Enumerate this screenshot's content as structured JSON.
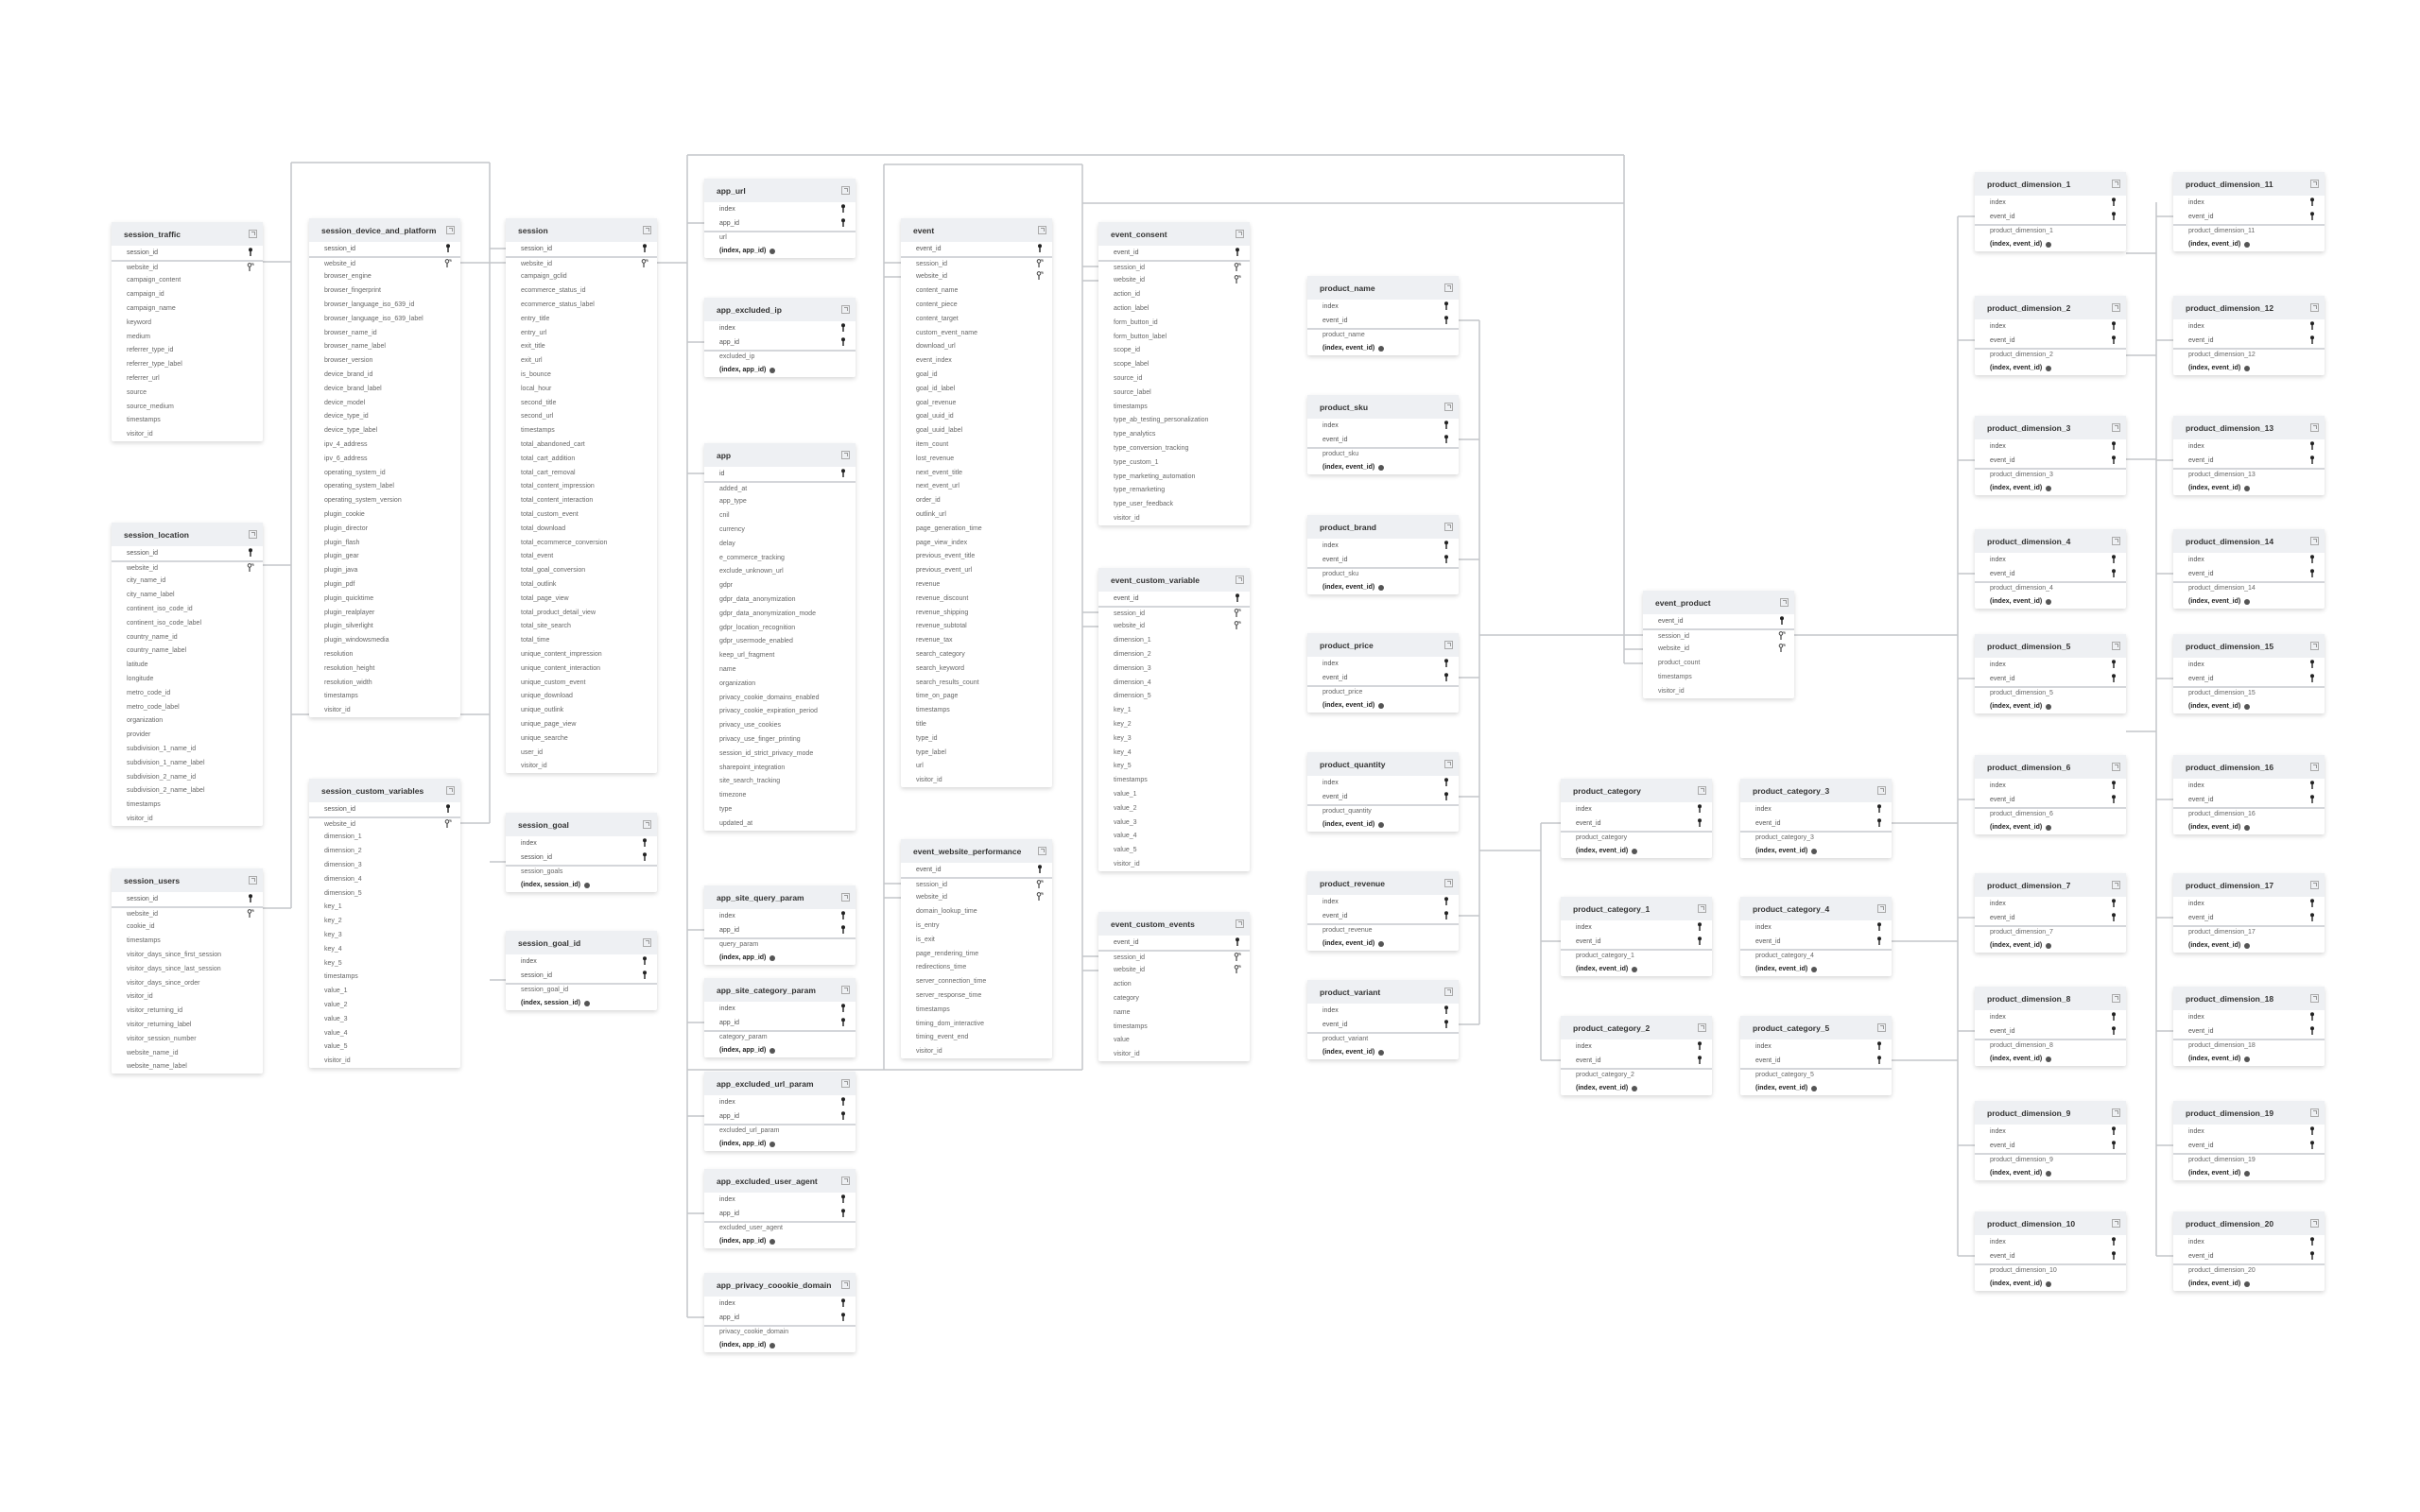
{
  "tables": [
    {
      "name": "session_traffic",
      "keys": [
        "session_id"
      ],
      "fks": [
        "website_id"
      ],
      "columns": [
        "campaign_content",
        "campaign_id",
        "campaign_name",
        "keyword",
        "medium",
        "referrer_type_id",
        "referrer_type_label",
        "referrer_url",
        "source",
        "source_medium",
        "timestamps",
        "visitor_id"
      ]
    },
    {
      "name": "session_location",
      "keys": [
        "session_id"
      ],
      "fks": [
        "website_id"
      ],
      "columns": [
        "city_name_id",
        "city_name_label",
        "continent_iso_code_id",
        "continent_iso_code_label",
        "country_name_id",
        "country_name_label",
        "latitude",
        "longitude",
        "metro_code_id",
        "metro_code_label",
        "organization",
        "provider",
        "subdivision_1_name_id",
        "subdivision_1_name_label",
        "subdivision_2_name_id",
        "subdivision_2_name_label",
        "timestamps",
        "visitor_id"
      ]
    },
    {
      "name": "session_users",
      "keys": [
        "session_id"
      ],
      "fks": [
        "website_id"
      ],
      "columns": [
        "cookie_id",
        "timestamps",
        "visitor_days_since_first_session",
        "visitor_days_since_last_session",
        "visitor_days_since_order",
        "visitor_id",
        "visitor_returning_id",
        "visitor_returning_label",
        "visitor_session_number",
        "website_name_id",
        "website_name_label"
      ]
    },
    {
      "name": "session_device_and_platform",
      "keys": [
        "session_id"
      ],
      "fks": [
        "website_id"
      ],
      "columns": [
        "browser_engine",
        "browser_fingerprint",
        "browser_language_iso_639_id",
        "browser_language_iso_639_label",
        "browser_name_id",
        "browser_name_label",
        "browser_version",
        "device_brand_id",
        "device_brand_label",
        "device_model",
        "device_type_id",
        "device_type_label",
        "ipv_4_address",
        "ipv_6_address",
        "operating_system_id",
        "operating_system_label",
        "operating_system_version",
        "plugin_cookie",
        "plugin_director",
        "plugin_flash",
        "plugin_gear",
        "plugin_java",
        "plugin_pdf",
        "plugin_quicktime",
        "plugin_realplayer",
        "plugin_silverlight",
        "plugin_windowsmedia",
        "resolution",
        "resolution_height",
        "resolution_width",
        "timestamps",
        "visitor_id"
      ]
    },
    {
      "name": "session_custom_variables",
      "keys": [
        "session_id"
      ],
      "fks": [
        "website_id"
      ],
      "columns": [
        "dimension_1",
        "dimension_2",
        "dimension_3",
        "dimension_4",
        "dimension_5",
        "key_1",
        "key_2",
        "key_3",
        "key_4",
        "key_5",
        "timestamps",
        "value_1",
        "value_2",
        "value_3",
        "value_4",
        "value_5",
        "visitor_id"
      ]
    },
    {
      "name": "session",
      "keys": [
        "session_id"
      ],
      "fks": [
        "website_id"
      ],
      "columns": [
        "campaign_gclid",
        "ecommerce_status_id",
        "ecommerce_status_label",
        "entry_title",
        "entry_url",
        "exit_title",
        "exit_url",
        "is_bounce",
        "local_hour",
        "second_title",
        "second_url",
        "timestamps",
        "total_abandoned_cart",
        "total_cart_addition",
        "total_cart_removal",
        "total_content_impression",
        "total_content_interaction",
        "total_custom_event",
        "total_download",
        "total_ecommerce_conversion",
        "total_event",
        "total_goal_conversion",
        "total_outlink",
        "total_page_view",
        "total_product_detail_view",
        "total_site_search",
        "total_time",
        "unique_content_impression",
        "unique_content_interaction",
        "unique_custom_event",
        "unique_download",
        "unique_outlink",
        "unique_page_view",
        "unique_searche",
        "user_id",
        "visitor_id"
      ]
    },
    {
      "name": "session_goal",
      "keys": [
        "index",
        "session_id"
      ],
      "fks": [],
      "columns": [
        "session_goals"
      ],
      "composite": "(index, session_id)"
    },
    {
      "name": "session_goal_id",
      "keys": [
        "index",
        "session_id"
      ],
      "fks": [],
      "columns": [
        "session_goal_id"
      ],
      "composite": "(index, session_id)"
    },
    {
      "name": "app_url",
      "keys": [
        "index",
        "app_id"
      ],
      "fks": [],
      "columns": [
        "url"
      ],
      "composite": "(index, app_id)"
    },
    {
      "name": "app_excluded_ip",
      "keys": [
        "index",
        "app_id"
      ],
      "fks": [],
      "columns": [
        "excluded_ip"
      ],
      "composite": "(index, app_id)"
    },
    {
      "name": "app",
      "keys": [
        "id"
      ],
      "fks": [],
      "columns": [
        "added_at",
        "app_type",
        "cnil",
        "currency",
        "delay",
        "e_commerce_tracking",
        "exclude_unknown_url",
        "gdpr",
        "gdpr_data_anonymization",
        "gdpr_data_anonymization_mode",
        "gdpr_location_recognition",
        "gdpr_usermode_enabled",
        "keep_url_fragment",
        "name",
        "organization",
        "privacy_cookie_domains_enabled",
        "privacy_cookie_expiration_period",
        "privacy_use_cookies",
        "privacy_use_finger_printing",
        "session_id_strict_privacy_mode",
        "sharepoint_integration",
        "site_search_tracking",
        "timezone",
        "type",
        "updated_at"
      ]
    },
    {
      "name": "app_site_query_param",
      "keys": [
        "index",
        "app_id"
      ],
      "fks": [],
      "columns": [
        "query_param"
      ],
      "composite": "(index, app_id)"
    },
    {
      "name": "app_site_category_param",
      "keys": [
        "index",
        "app_id"
      ],
      "fks": [],
      "columns": [
        "category_param"
      ],
      "composite": "(index, app_id)"
    },
    {
      "name": "app_excluded_url_param",
      "keys": [
        "index",
        "app_id"
      ],
      "fks": [],
      "columns": [
        "excluded_url_param"
      ],
      "composite": "(index, app_id)"
    },
    {
      "name": "app_excluded_user_agent",
      "keys": [
        "index",
        "app_id"
      ],
      "fks": [],
      "columns": [
        "excluded_user_agent"
      ],
      "composite": "(index, app_id)"
    },
    {
      "name": "app_privacy_coookie_domain",
      "keys": [
        "index",
        "app_id"
      ],
      "fks": [],
      "columns": [
        "privacy_cookie_domain"
      ],
      "composite": "(index, app_id)"
    },
    {
      "name": "event",
      "keys": [
        "event_id"
      ],
      "fks": [
        "session_id",
        "website_id"
      ],
      "columns": [
        "content_name",
        "content_piece",
        "content_target",
        "custom_event_name",
        "download_url",
        "event_index",
        "goal_id",
        "goal_id_label",
        "goal_revenue",
        "goal_uuid_id",
        "goal_uuid_label",
        "item_count",
        "lost_revenue",
        "next_event_title",
        "next_event_url",
        "order_id",
        "outlink_url",
        "page_generation_time",
        "page_view_index",
        "previous_event_title",
        "previous_event_url",
        "revenue",
        "revenue_discount",
        "revenue_shipping",
        "revenue_subtotal",
        "revenue_tax",
        "search_category",
        "search_keyword",
        "search_results_count",
        "time_on_page",
        "timestamps",
        "title",
        "type_id",
        "type_label",
        "url",
        "visitor_id"
      ]
    },
    {
      "name": "event_website_performance",
      "keys": [
        "event_id"
      ],
      "fks": [
        "session_id",
        "website_id"
      ],
      "columns": [
        "domain_lookup_time",
        "is_entry",
        "is_exit",
        "page_rendering_time",
        "redirections_time",
        "server_connection_time",
        "server_response_time",
        "timestamps",
        "timing_dom_interactive",
        "timing_event_end",
        "visitor_id"
      ]
    },
    {
      "name": "event_consent",
      "keys": [
        "event_id"
      ],
      "fks": [
        "session_id",
        "website_id"
      ],
      "columns": [
        "action_id",
        "action_label",
        "form_button_id",
        "form_button_label",
        "scope_id",
        "scope_label",
        "source_id",
        "source_label",
        "timestamps",
        "type_ab_testing_personalization",
        "type_analytics",
        "type_conversion_tracking",
        "type_custom_1",
        "type_marketing_automation",
        "type_remarketing",
        "type_user_feedback",
        "visitor_id"
      ]
    },
    {
      "name": "event_custom_variable",
      "keys": [
        "event_id"
      ],
      "fks": [
        "session_id",
        "website_id"
      ],
      "columns": [
        "dimension_1",
        "dimension_2",
        "dimension_3",
        "dimension_4",
        "dimension_5",
        "key_1",
        "key_2",
        "key_3",
        "key_4",
        "key_5",
        "timestamps",
        "value_1",
        "value_2",
        "value_3",
        "value_4",
        "value_5",
        "visitor_id"
      ]
    },
    {
      "name": "event_custom_events",
      "keys": [
        "event_id"
      ],
      "fks": [
        "session_id",
        "website_id"
      ],
      "columns": [
        "action",
        "category",
        "name",
        "timestamps",
        "value",
        "visitor_id"
      ]
    },
    {
      "name": "product_name",
      "keys": [
        "index",
        "event_id"
      ],
      "fks": [],
      "columns": [
        "product_name"
      ],
      "composite": "(index, event_id)"
    },
    {
      "name": "product_sku",
      "keys": [
        "index",
        "event_id"
      ],
      "fks": [],
      "columns": [
        "product_sku"
      ],
      "composite": "(index, event_id)"
    },
    {
      "name": "product_brand",
      "keys": [
        "index",
        "event_id"
      ],
      "fks": [],
      "columns": [
        "product_sku"
      ],
      "composite": "(index, event_id)"
    },
    {
      "name": "product_price",
      "keys": [
        "index",
        "event_id"
      ],
      "fks": [],
      "columns": [
        "product_price"
      ],
      "composite": "(index, event_id)"
    },
    {
      "name": "product_quantity",
      "keys": [
        "index",
        "event_id"
      ],
      "fks": [],
      "columns": [
        "product_quantity"
      ],
      "composite": "(index, event_id)"
    },
    {
      "name": "product_revenue",
      "keys": [
        "index",
        "event_id"
      ],
      "fks": [],
      "columns": [
        "product_revenue"
      ],
      "composite": "(index, event_id)"
    },
    {
      "name": "product_variant",
      "keys": [
        "index",
        "event_id"
      ],
      "fks": [],
      "columns": [
        "product_variant"
      ],
      "composite": "(index, event_id)"
    },
    {
      "name": "product_category",
      "keys": [
        "index",
        "event_id"
      ],
      "fks": [],
      "columns": [
        "product_category"
      ],
      "composite": "(index, event_id)"
    },
    {
      "name": "product_category_1",
      "keys": [
        "index",
        "event_id"
      ],
      "fks": [],
      "columns": [
        "product_category_1"
      ],
      "composite": "(index, event_id)"
    },
    {
      "name": "product_category_2",
      "keys": [
        "index",
        "event_id"
      ],
      "fks": [],
      "columns": [
        "product_category_2"
      ],
      "composite": "(index, event_id)"
    },
    {
      "name": "product_category_3",
      "keys": [
        "index",
        "event_id"
      ],
      "fks": [],
      "columns": [
        "product_category_3"
      ],
      "composite": "(index, event_id)"
    },
    {
      "name": "product_category_4",
      "keys": [
        "index",
        "event_id"
      ],
      "fks": [],
      "columns": [
        "product_category_4"
      ],
      "composite": "(index, event_id)"
    },
    {
      "name": "product_category_5",
      "keys": [
        "index",
        "event_id"
      ],
      "fks": [],
      "columns": [
        "product_category_5"
      ],
      "composite": "(index, event_id)"
    },
    {
      "name": "event_product",
      "keys": [
        "event_id"
      ],
      "fks": [
        "session_id",
        "website_id"
      ],
      "columns": [
        "product_count",
        "timestamps",
        "visitor_id"
      ]
    },
    {
      "name": "product_dimension_1",
      "keys": [
        "index",
        "event_id"
      ],
      "fks": [],
      "columns": [
        "product_dimension_1"
      ],
      "composite": "(index, event_id)"
    },
    {
      "name": "product_dimension_2",
      "keys": [
        "index",
        "event_id"
      ],
      "fks": [],
      "columns": [
        "product_dimension_2"
      ],
      "composite": "(index, event_id)"
    },
    {
      "name": "product_dimension_3",
      "keys": [
        "index",
        "event_id"
      ],
      "fks": [],
      "columns": [
        "product_dimension_3"
      ],
      "composite": "(index, event_id)"
    },
    {
      "name": "product_dimension_4",
      "keys": [
        "index",
        "event_id"
      ],
      "fks": [],
      "columns": [
        "product_dimension_4"
      ],
      "composite": "(index, event_id)"
    },
    {
      "name": "product_dimension_5",
      "keys": [
        "index",
        "event_id"
      ],
      "fks": [],
      "columns": [
        "product_dimension_5"
      ],
      "composite": "(index, event_id)"
    },
    {
      "name": "product_dimension_6",
      "keys": [
        "index",
        "event_id"
      ],
      "fks": [],
      "columns": [
        "product_dimension_6"
      ],
      "composite": "(index, event_id)"
    },
    {
      "name": "product_dimension_7",
      "keys": [
        "index",
        "event_id"
      ],
      "fks": [],
      "columns": [
        "product_dimension_7"
      ],
      "composite": "(index, event_id)"
    },
    {
      "name": "product_dimension_8",
      "keys": [
        "index",
        "event_id"
      ],
      "fks": [],
      "columns": [
        "product_dimension_8"
      ],
      "composite": "(index, event_id)"
    },
    {
      "name": "product_dimension_9",
      "keys": [
        "index",
        "event_id"
      ],
      "fks": [],
      "columns": [
        "product_dimension_9"
      ],
      "composite": "(index, event_id)"
    },
    {
      "name": "product_dimension_10",
      "keys": [
        "index",
        "event_id"
      ],
      "fks": [],
      "columns": [
        "product_dimension_10"
      ],
      "composite": "(index, event_id)"
    },
    {
      "name": "product_dimension_11",
      "keys": [
        "index",
        "event_id"
      ],
      "fks": [],
      "columns": [
        "product_dimension_11"
      ],
      "composite": "(index, event_id)"
    },
    {
      "name": "product_dimension_12",
      "keys": [
        "index",
        "event_id"
      ],
      "fks": [],
      "columns": [
        "product_dimension_12"
      ],
      "composite": "(index, event_id)"
    },
    {
      "name": "product_dimension_13",
      "keys": [
        "index",
        "event_id"
      ],
      "fks": [],
      "columns": [
        "product_dimension_13"
      ],
      "composite": "(index, event_id)"
    },
    {
      "name": "product_dimension_14",
      "keys": [
        "index",
        "event_id"
      ],
      "fks": [],
      "columns": [
        "product_dimension_14"
      ],
      "composite": "(index, event_id)"
    },
    {
      "name": "product_dimension_15",
      "keys": [
        "index",
        "event_id"
      ],
      "fks": [],
      "columns": [
        "product_dimension_15"
      ],
      "composite": "(index, event_id)"
    },
    {
      "name": "product_dimension_16",
      "keys": [
        "index",
        "event_id"
      ],
      "fks": [],
      "columns": [
        "product_dimension_16"
      ],
      "composite": "(index, event_id)"
    },
    {
      "name": "product_dimension_17",
      "keys": [
        "index",
        "event_id"
      ],
      "fks": [],
      "columns": [
        "product_dimension_17"
      ],
      "composite": "(index, event_id)"
    },
    {
      "name": "product_dimension_18",
      "keys": [
        "index",
        "event_id"
      ],
      "fks": [],
      "columns": [
        "product_dimension_18"
      ],
      "composite": "(index, event_id)"
    },
    {
      "name": "product_dimension_19",
      "keys": [
        "index",
        "event_id"
      ],
      "fks": [],
      "columns": [
        "product_dimension_19"
      ],
      "composite": "(index, event_id)"
    },
    {
      "name": "product_dimension_20",
      "keys": [
        "index",
        "event_id"
      ],
      "fks": [],
      "columns": [
        "product_dimension_20"
      ],
      "composite": "(index, event_id)"
    }
  ]
}
